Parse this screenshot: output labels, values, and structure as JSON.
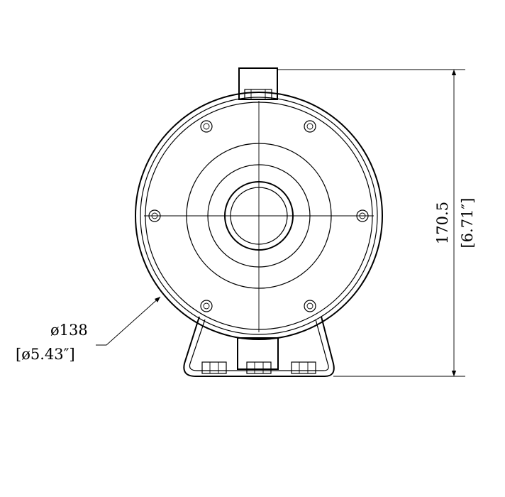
{
  "dimensions": {
    "diameter": {
      "metric": "ø138",
      "imperial": "[ø5.43″]"
    },
    "height": {
      "metric": "170.5",
      "imperial": "[6.71″]"
    }
  },
  "colors": {
    "line": "#000000",
    "background": "#ffffff"
  }
}
